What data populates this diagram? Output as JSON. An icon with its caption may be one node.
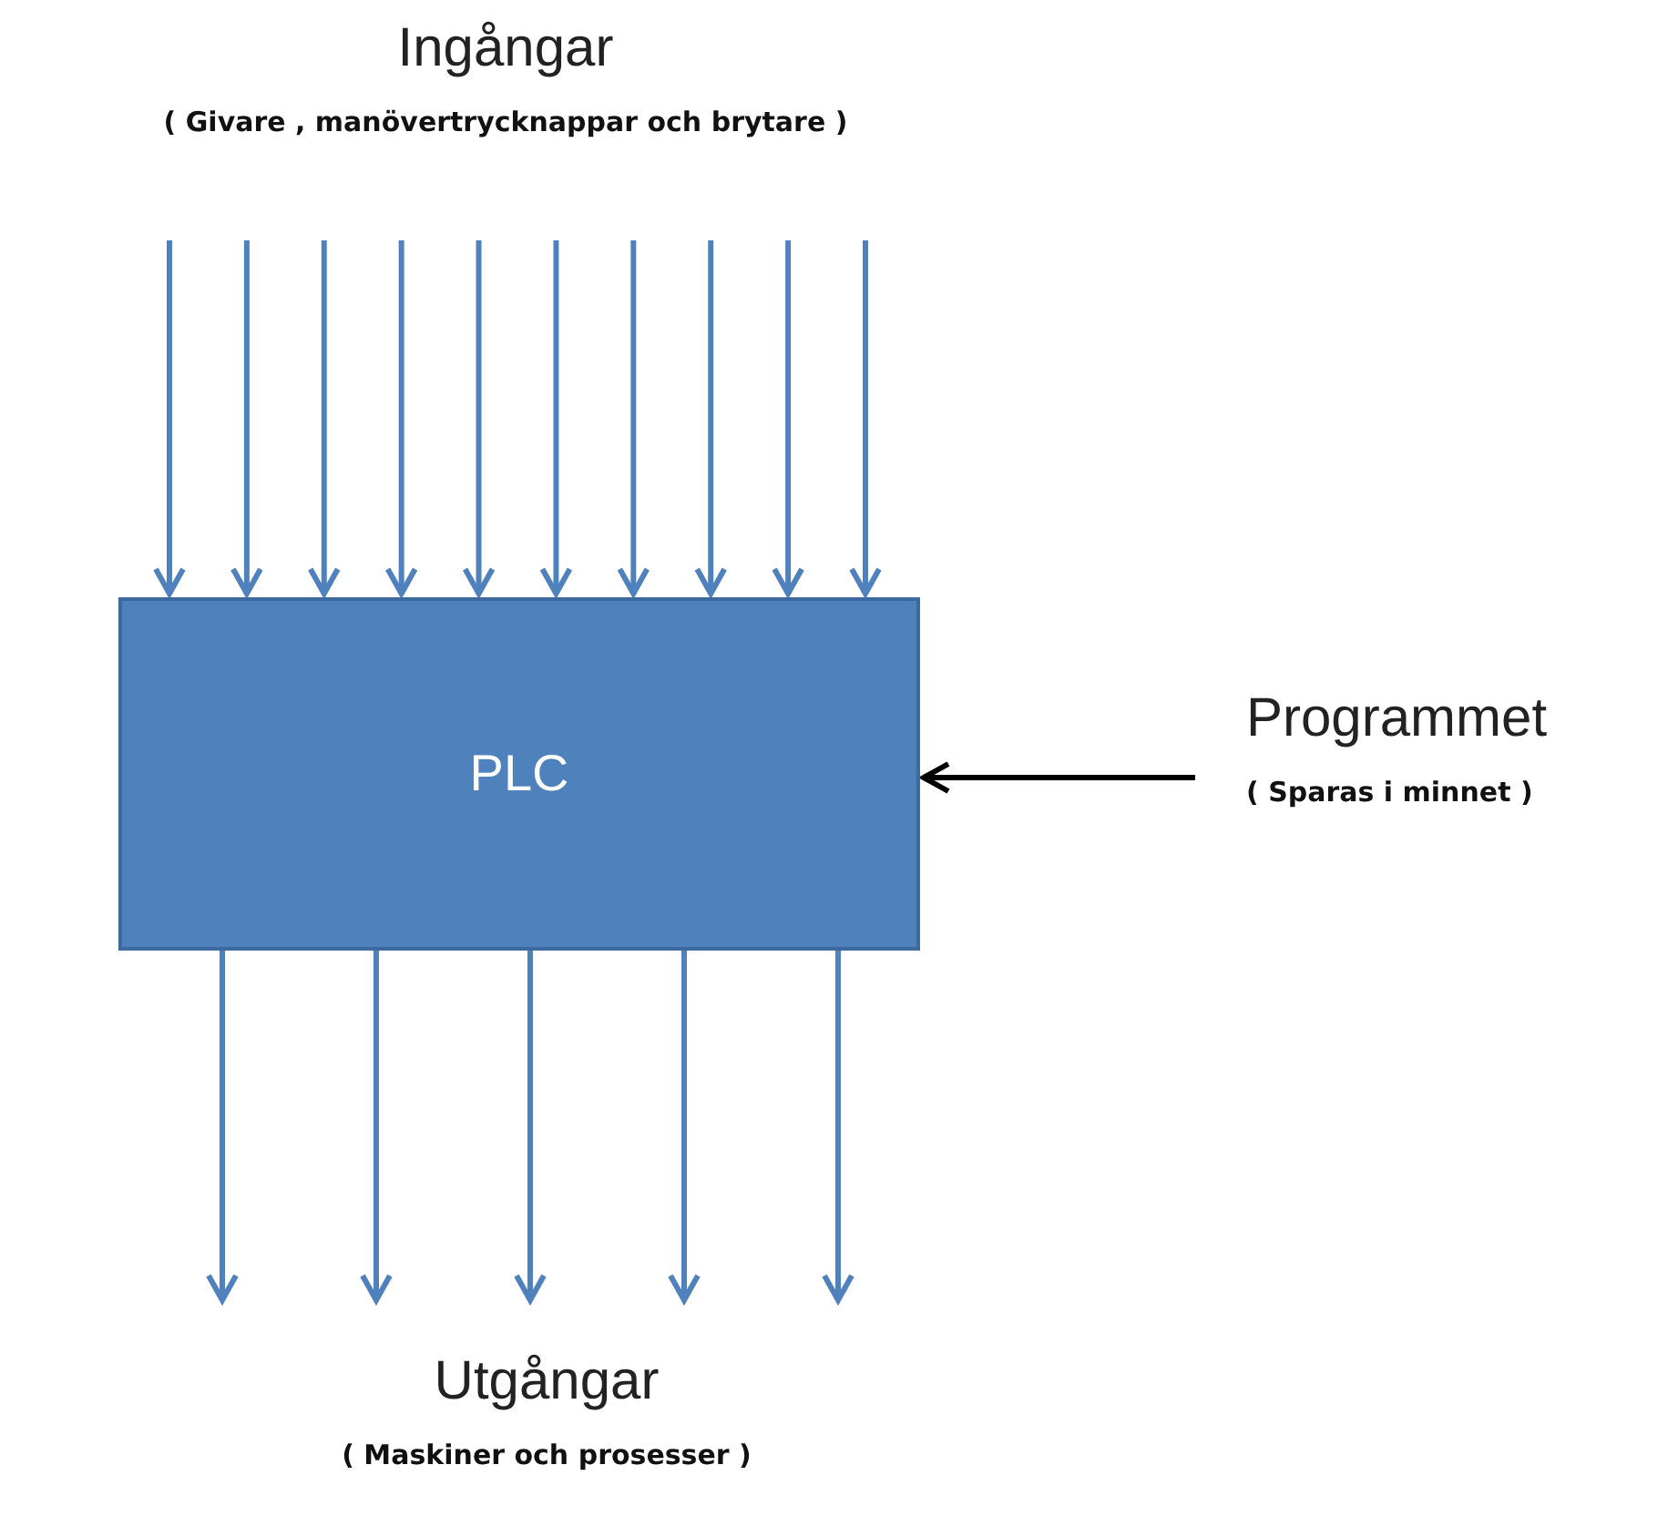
{
  "diagram": {
    "nodes": [
      {
        "text": [
          "Ingångar",
          "( Givare , manövertrycknappar och brytare )"
        ]
      },
      {
        "text": [
          "PLC"
        ]
      },
      {
        "text": [
          "Programmet",
          "( Sparas i minnet )"
        ]
      },
      {
        "text": [
          "Utgångar",
          "( Maskiner och prosesser )"
        ]
      }
    ],
    "edges": [
      {
        "from": 0,
        "to": 1,
        "arrow": "to"
      },
      {
        "from": 0,
        "to": 1,
        "arrow": "to"
      },
      {
        "from": 0,
        "to": 1,
        "arrow": "to"
      },
      {
        "from": 0,
        "to": 1,
        "arrow": "to"
      },
      {
        "from": 0,
        "to": 1,
        "arrow": "to"
      },
      {
        "from": 0,
        "to": 1,
        "arrow": "to"
      },
      {
        "from": 0,
        "to": 1,
        "arrow": "to"
      },
      {
        "from": 0,
        "to": 1,
        "arrow": "to"
      },
      {
        "from": 0,
        "to": 1,
        "arrow": "to"
      },
      {
        "from": 0,
        "to": 1,
        "arrow": "to"
      },
      {
        "from": 2,
        "to": 1,
        "arrow": "to",
        "color": "#000000"
      },
      {
        "from": 1,
        "to": 3,
        "arrow": "to"
      },
      {
        "from": 1,
        "to": 3,
        "arrow": "to"
      },
      {
        "from": 1,
        "to": 3,
        "arrow": "to"
      },
      {
        "from": 1,
        "to": 3,
        "arrow": "to"
      },
      {
        "from": 1,
        "to": 3,
        "arrow": "to"
      }
    ]
  }
}
